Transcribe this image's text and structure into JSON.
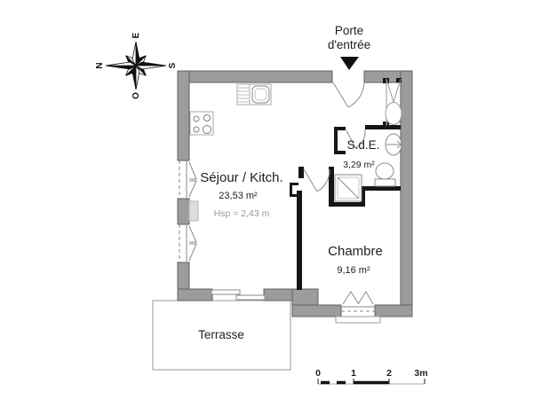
{
  "plan": {
    "entrance": {
      "label_line1": "Porte",
      "label_line2": "d'entrée"
    },
    "rooms": {
      "sejour": {
        "name": "Séjour / Kitch.",
        "area": "23,53 m²",
        "height_note": "Hsp = 2,43 m"
      },
      "sde": {
        "name": "S.d.E.",
        "area": "3,29 m²"
      },
      "chambre": {
        "name": "Chambre",
        "area": "9,16 m²"
      },
      "terrasse": {
        "name": "Terrasse"
      }
    },
    "compass": {
      "top": "E",
      "left": "N",
      "right": "S",
      "bottom": "O"
    },
    "scale_bar": {
      "ticks": [
        "0",
        "1",
        "2",
        "3m"
      ]
    },
    "colors": {
      "exterior_wall": "#9c9c9c",
      "wall_outline": "#606060",
      "partition": "#161616",
      "fixture_stroke": "#8a8a8a",
      "text": "#1e1e1e",
      "muted_text": "#9a9a9a"
    }
  }
}
